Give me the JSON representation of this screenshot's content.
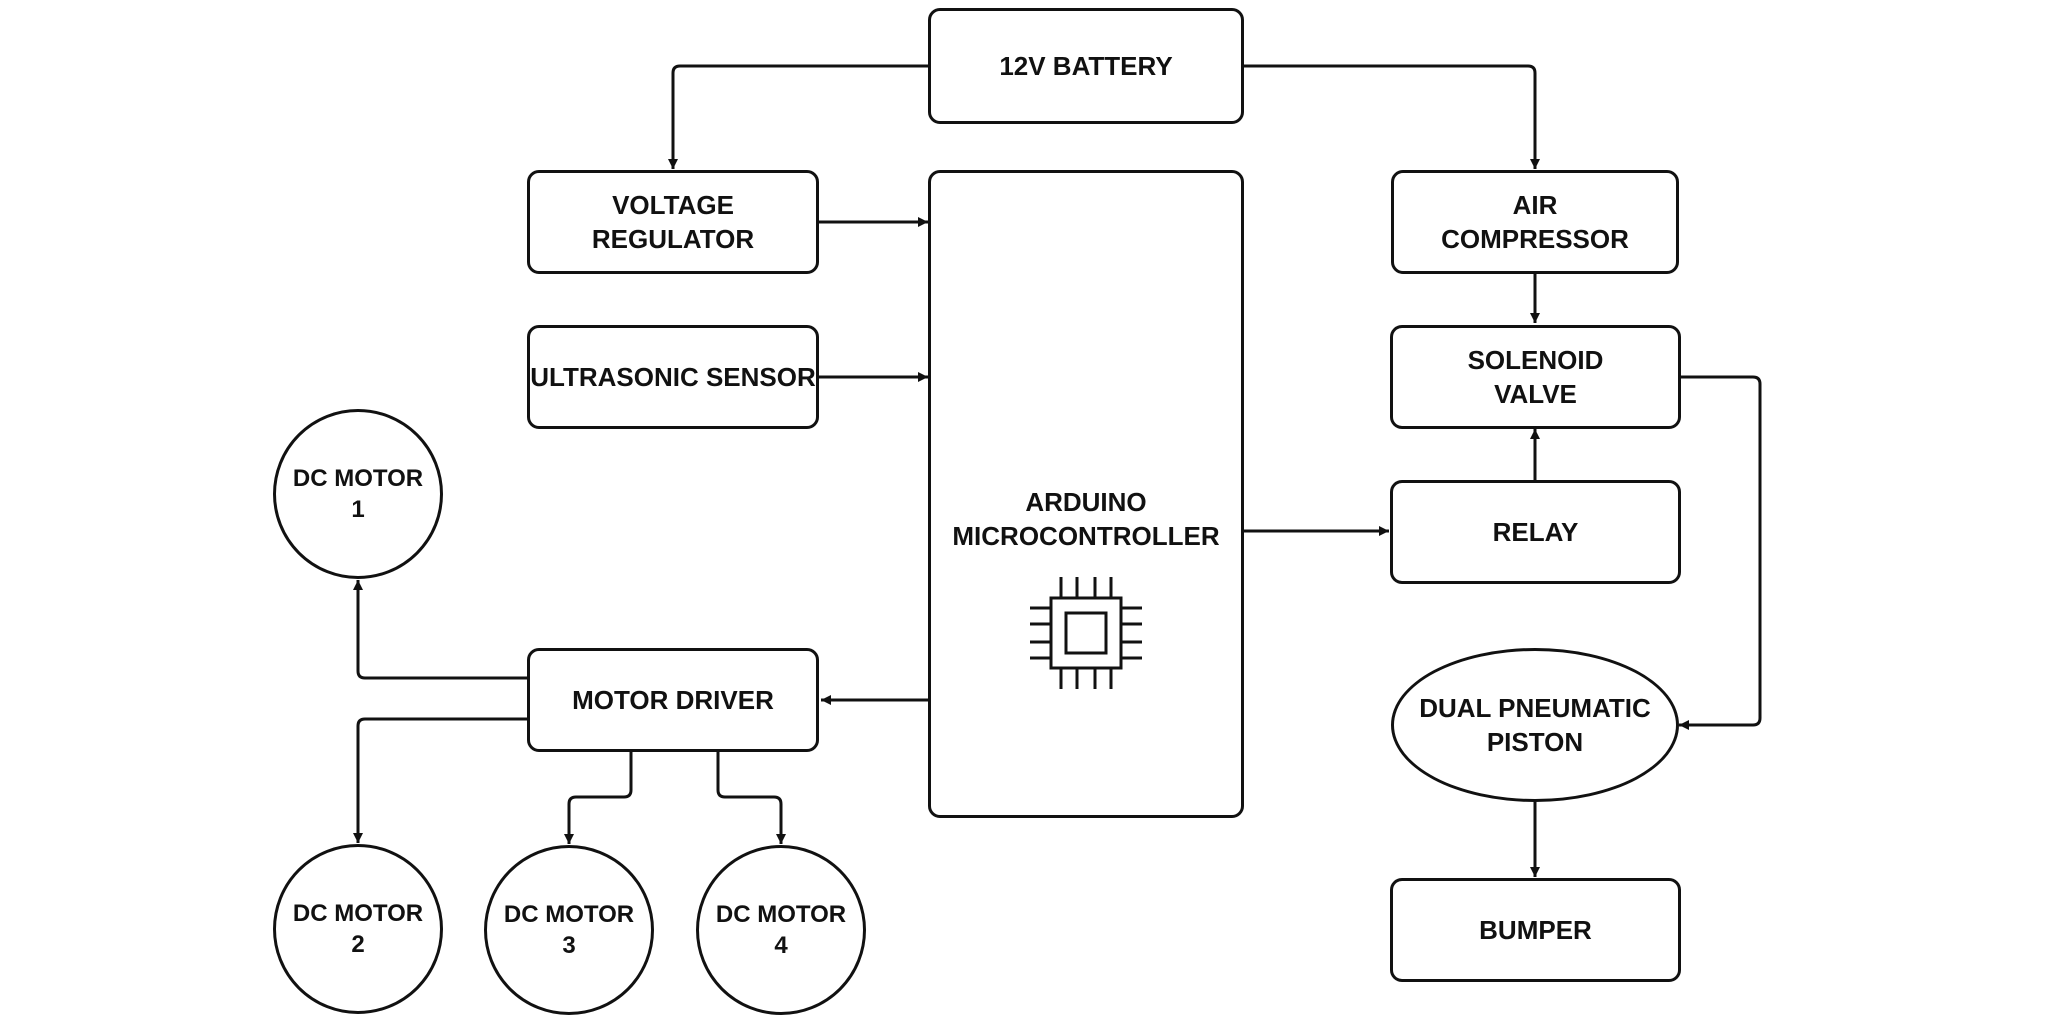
{
  "nodes": {
    "battery": "12V BATTERY",
    "voltage_regulator": "VOLTAGE REGULATOR",
    "ultrasonic_sensor": "ULTRASONIC SENSOR",
    "arduino": [
      "ARDUINO",
      "MICROCONTROLLER"
    ],
    "air_compressor": [
      "AIR",
      "COMPRESSOR"
    ],
    "solenoid_valve": [
      "SOLENOID",
      "VALVE"
    ],
    "relay": "RELAY",
    "motor_driver": "MOTOR DRIVER",
    "dc_motor_1": [
      "DC MOTOR",
      "1"
    ],
    "dc_motor_2": [
      "DC MOTOR",
      "2"
    ],
    "dc_motor_3": [
      "DC MOTOR",
      "3"
    ],
    "dc_motor_4": [
      "DC MOTOR",
      "4"
    ],
    "dual_pneumatic_piston": [
      "DUAL PNEUMATIC",
      "PISTON"
    ],
    "bumper": "BUMPER"
  },
  "icons": {
    "mcu_icon": "microchip-icon"
  },
  "colors": {
    "stroke": "#111111",
    "background": "#ffffff"
  }
}
